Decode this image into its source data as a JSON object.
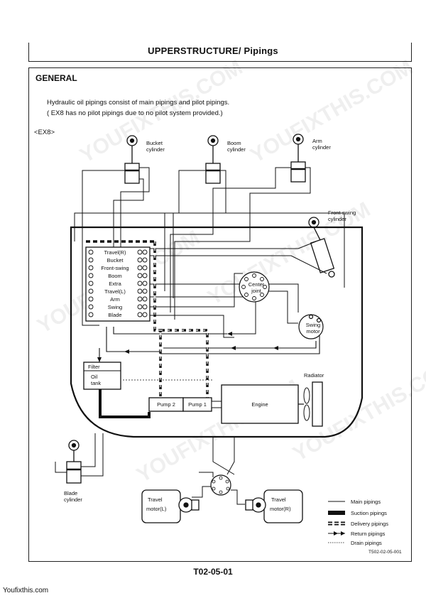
{
  "header": {
    "title": "UPPERSTRUCTURE/ Pipings"
  },
  "section": {
    "title": "GENERAL",
    "intro_lines": [
      "Hydraulic oil pipings consist of main pipings and pilot pipings.",
      "( EX8 has no pilot pipings due to no pilot system provided.)"
    ],
    "model_tag": "<EX8>"
  },
  "diagram": {
    "cylinders": {
      "bucket": [
        "Bucket",
        "cylinder"
      ],
      "boom": [
        "Boom",
        "cylinder"
      ],
      "arm": [
        "Arm",
        "cylinder"
      ],
      "front_swing": [
        "Front-swing",
        "cylinder"
      ],
      "blade": [
        "Blade",
        "cylinder"
      ]
    },
    "valve_sections": [
      "Travel(R)",
      "Bucket",
      "Front-swing",
      "Boom",
      "Extra",
      "Travel(L)",
      "Arm",
      "Swing",
      "Blade"
    ],
    "center_joint": [
      "Center",
      "joint"
    ],
    "swing_motor": [
      "Swing",
      "motor"
    ],
    "filter": "Filter",
    "oil_tank": [
      "Oil",
      "tank"
    ],
    "pump2": "Pump 2",
    "pump1": "Pump 1",
    "engine": "Engine",
    "radiator": "Radiator",
    "travel_motor_left": [
      "Travel",
      "motor(L)"
    ],
    "travel_motor_right": [
      "Travel",
      "motor(R)"
    ],
    "figure_code": "T502-02-05-001"
  },
  "legend": [
    {
      "style": "main",
      "label": "Main pipings"
    },
    {
      "style": "suction",
      "label": "Suction pipings"
    },
    {
      "style": "delivery",
      "label": "Delivery pipings"
    },
    {
      "style": "return",
      "label": "Return pipings"
    },
    {
      "style": "drain",
      "label": "Drain pipings"
    }
  ],
  "footer": {
    "page_number": "T02-05-01",
    "site": "Youfixthis.com"
  },
  "watermark": "YOUFIXTHIS.COM"
}
